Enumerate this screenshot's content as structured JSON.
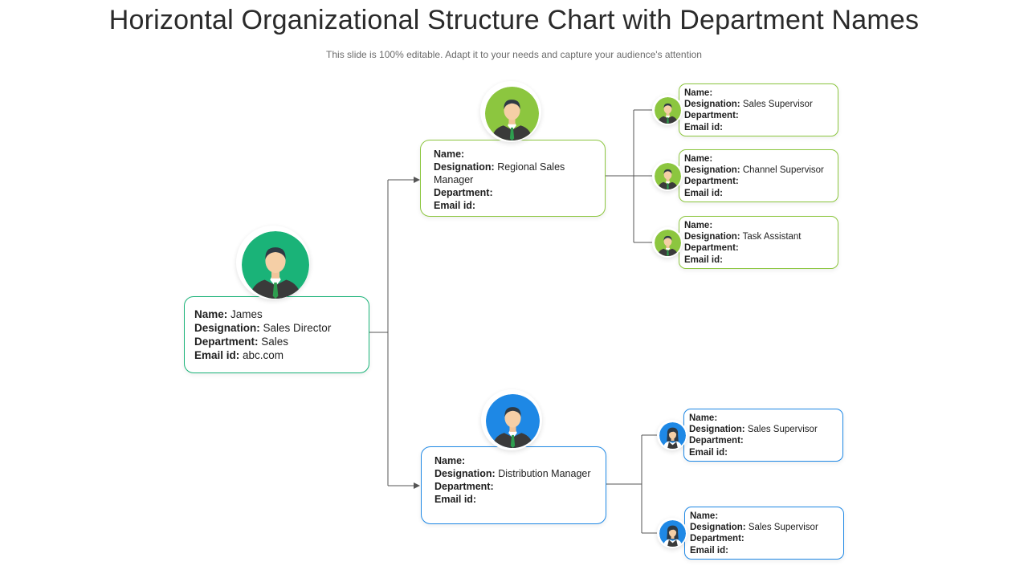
{
  "header": {
    "title": "Horizontal Organizational Structure Chart with Department Names",
    "subtitle": "This slide is 100% editable. Adapt it to your needs and capture your audience's attention"
  },
  "labels": {
    "name": "Name:",
    "designation": "Designation:",
    "department": "Department:",
    "email": "Email id:"
  },
  "colors": {
    "director": "#1ab378",
    "green_branch": "#8cc63f",
    "blue_branch": "#1e88e5",
    "connector": "#555555"
  },
  "director": {
    "name": "James",
    "designation": "Sales Director",
    "department": "Sales",
    "email": "abc.com",
    "avatar": "male-avatar-icon"
  },
  "managers": [
    {
      "name": "",
      "designation": "Regional Sales Manager",
      "department": "",
      "email": "",
      "avatar": "male-avatar-icon"
    },
    {
      "name": "",
      "designation": "Distribution Manager",
      "department": "",
      "email": "",
      "avatar": "male-avatar-icon"
    }
  ],
  "staff": [
    {
      "name": "",
      "designation": "Sales Supervisor",
      "department": "",
      "email": "",
      "avatar": "male-avatar-icon"
    },
    {
      "name": "",
      "designation": "Channel Supervisor",
      "department": "",
      "email": "",
      "avatar": "male-avatar-icon"
    },
    {
      "name": "",
      "designation": "Task Assistant",
      "department": "",
      "email": "",
      "avatar": "male-avatar-icon"
    },
    {
      "name": "",
      "designation": "Sales Supervisor",
      "department": "",
      "email": "",
      "avatar": "female-avatar-icon"
    },
    {
      "name": "",
      "designation": "Sales Supervisor",
      "department": "",
      "email": "",
      "avatar": "female-avatar-icon"
    }
  ]
}
